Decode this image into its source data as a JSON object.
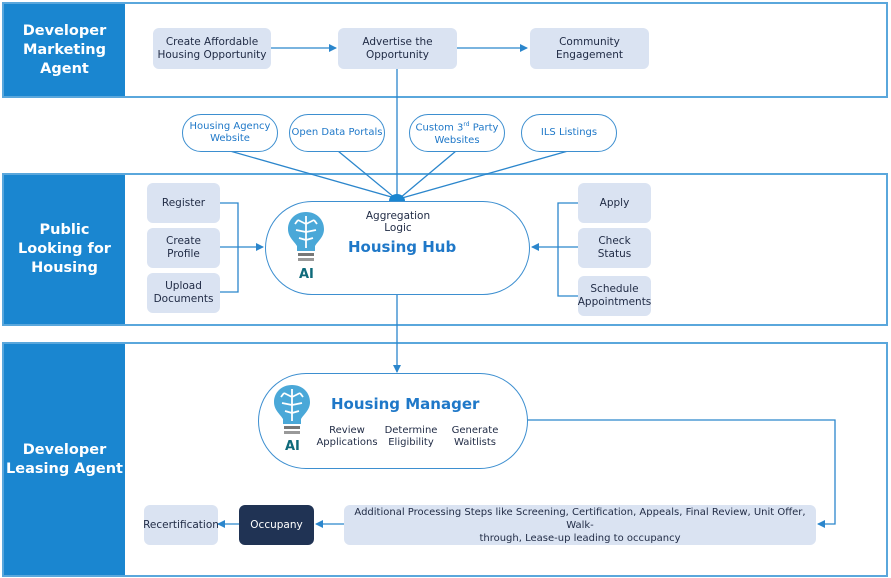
{
  "lanes": [
    {
      "id": "marketing",
      "label_lines": [
        "Developer",
        "Marketing",
        "Agent"
      ]
    },
    {
      "id": "public",
      "label_lines": [
        "Public",
        "Looking for",
        "Housing"
      ]
    },
    {
      "id": "leasing",
      "label_lines": [
        "Developer",
        "Leasing Agent"
      ]
    }
  ],
  "marketing_steps": [
    {
      "lines": [
        "Create Affordable",
        "Housing Opportunity"
      ]
    },
    {
      "lines": [
        "Advertise the",
        "Opportunity"
      ]
    },
    {
      "lines": [
        "Community",
        "Engagement"
      ]
    }
  ],
  "channels": [
    {
      "lines": [
        "Housing Agency",
        "Website"
      ]
    },
    {
      "lines": [
        "Open Data Portals"
      ]
    },
    {
      "lines": [
        "Custom 3",
        "Party",
        "Websites"
      ],
      "superscript": "rd"
    },
    {
      "lines": [
        "ILS Listings"
      ]
    }
  ],
  "public_left": [
    {
      "lines": [
        "Register"
      ]
    },
    {
      "lines": [
        "Create Profile"
      ]
    },
    {
      "lines": [
        "Upload",
        "Documents"
      ]
    }
  ],
  "public_right": [
    {
      "lines": [
        "Apply"
      ]
    },
    {
      "lines": [
        "Check Status"
      ]
    },
    {
      "lines": [
        "Schedule",
        "Appointments"
      ]
    }
  ],
  "hub": {
    "subtitle": "Aggregation Logic",
    "title": "Housing Hub",
    "ai_label": "AI"
  },
  "manager": {
    "title": "Housing Manager",
    "ai_label": "AI",
    "functions": [
      {
        "lines": [
          "Review",
          "Applications"
        ]
      },
      {
        "lines": [
          "Determine",
          "Eligibility"
        ]
      },
      {
        "lines": [
          "Generate",
          "Waitlists"
        ]
      }
    ]
  },
  "leasing_steps": {
    "processing": [
      "Additional Processing Steps like Screening, Certification, Appeals, Final Review, Unit Offer, Walk-",
      "through, Lease-up leading to occupancy"
    ],
    "occupancy": "Occupany",
    "recertification": "Recertification"
  },
  "colors": {
    "lane_header": "#1a86d0",
    "lane_border": "#5aa7dc",
    "step_fill": "#dae3f2",
    "occupancy_fill": "#203354",
    "connector": "#2b86cc",
    "title_blue": "#1f78c8",
    "ai_teal": "#0e6a7a"
  }
}
